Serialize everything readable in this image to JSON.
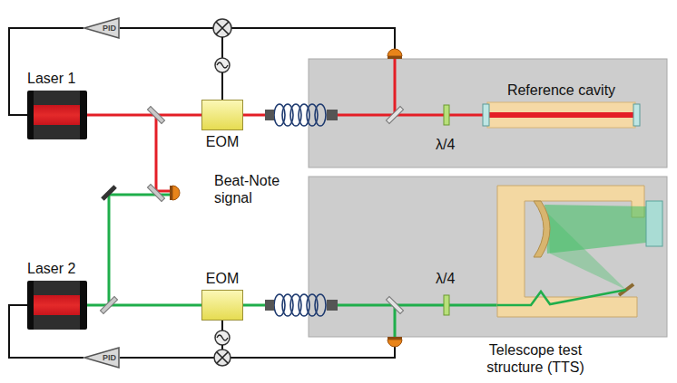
{
  "diagram": {
    "nodes": [
      {
        "text": [
          "PID"
        ]
      },
      {
        "text": [
          "Laser 1"
        ]
      },
      {
        "text": [
          "EOM"
        ]
      },
      {
        "text": [
          "Reference cavity"
        ]
      },
      {
        "text": [
          "PID"
        ]
      },
      {
        "text": [
          "Laser 2"
        ]
      },
      {
        "text": [
          "EOM"
        ]
      },
      {
        "text": [
          "Telescope test structure (TTS)"
        ]
      }
    ],
    "edges": [
      {
        "from": 0,
        "to": 1,
        "arrow": "none"
      },
      {
        "from": 1,
        "to": 2,
        "arrow": "none"
      },
      {
        "from": 2,
        "to": 3,
        "arrow": "none"
      },
      {
        "from": 4,
        "to": 5,
        "arrow": "none"
      },
      {
        "from": 5,
        "to": 6,
        "arrow": "none"
      },
      {
        "from": 6,
        "to": 7,
        "arrow": "none"
      }
    ],
    "labels": [
      "λ/4",
      "λ/4",
      "Beat-Note signal"
    ]
  }
}
